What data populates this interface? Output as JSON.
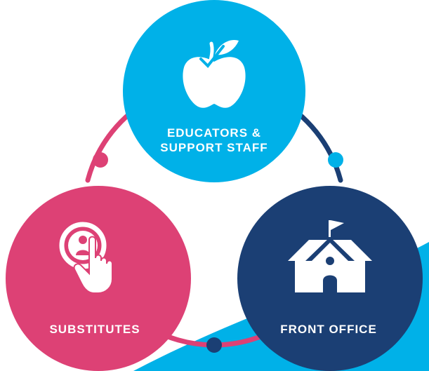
{
  "nodes": {
    "educators": {
      "label": "EDUCATORS &\nSUPPORT STAFF",
      "icon": "apple-icon",
      "color": "#00b1e8"
    },
    "substitutes": {
      "label": "SUBSTITUTES",
      "icon": "touch-profile-icon",
      "color": "#dd4175"
    },
    "front_office": {
      "label": "FRONT OFFICE",
      "icon": "schoolhouse-icon",
      "color": "#1b3f74"
    }
  },
  "connectors": {
    "educators_to_substitutes": "#dd4175",
    "educators_to_front_office": "#1b3f74",
    "substitutes_to_front_office": "#dd4175"
  },
  "background": {
    "accent_color": "#00b1e8"
  }
}
